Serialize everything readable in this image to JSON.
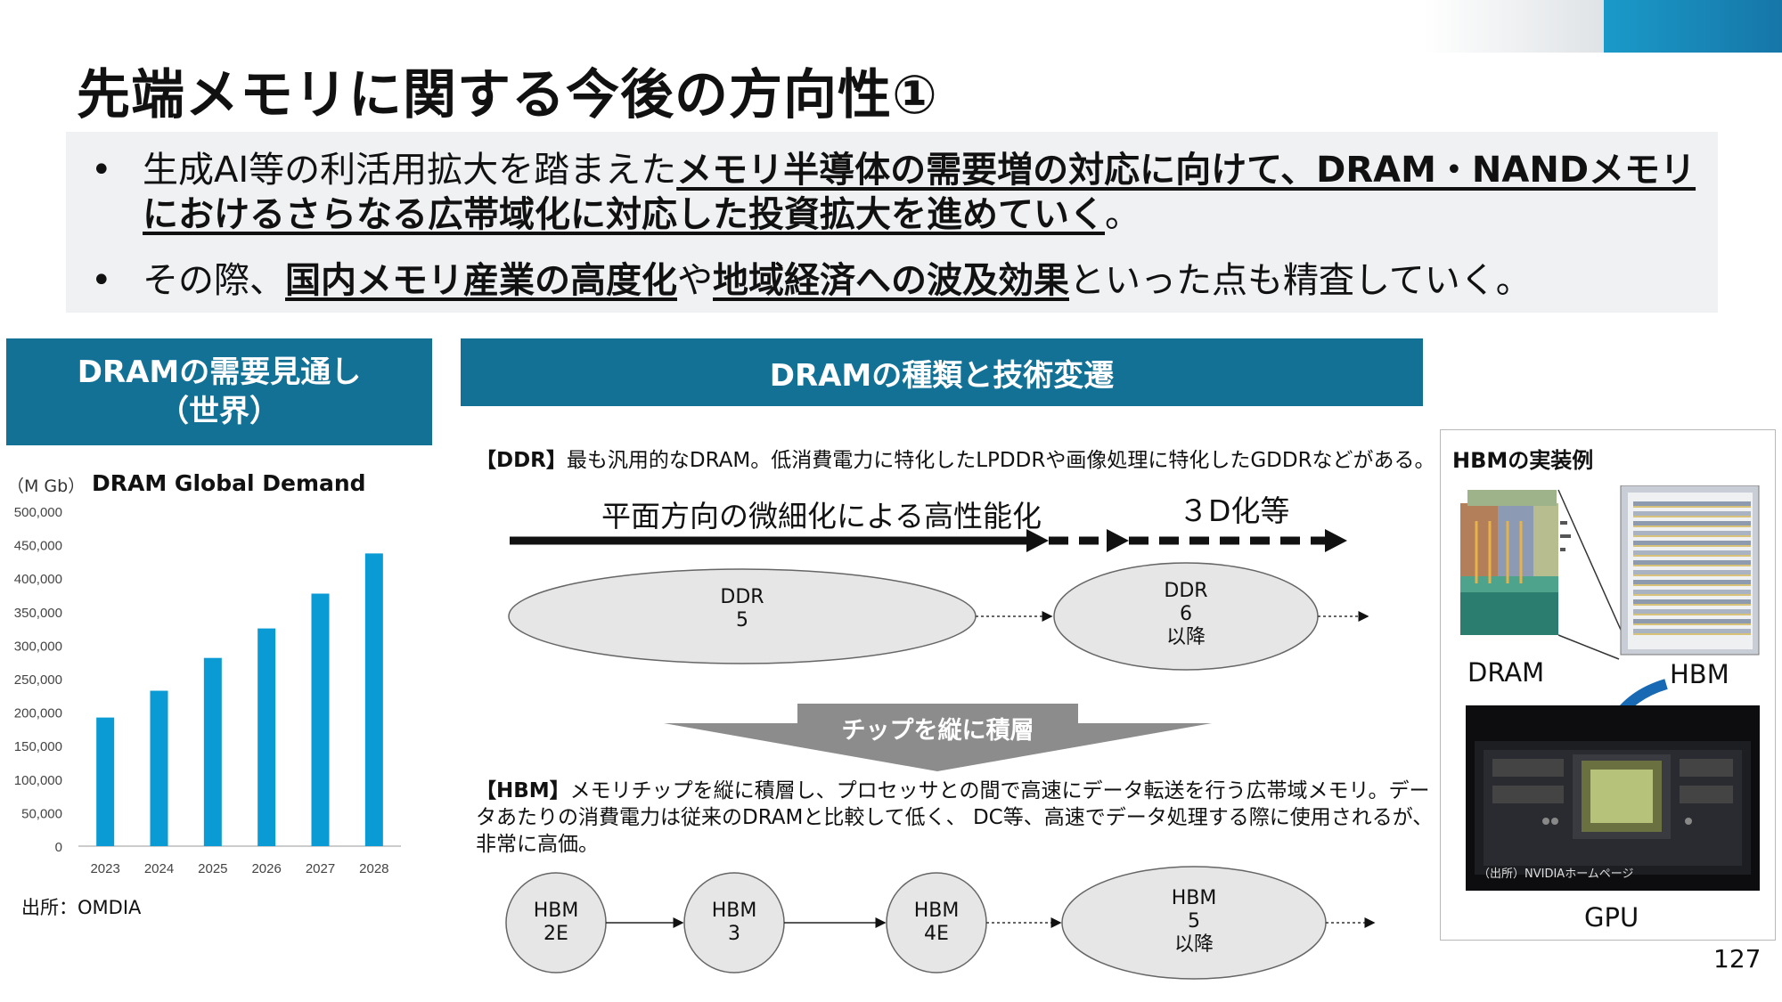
{
  "header": {
    "title": "先端メモリに関する今後の方向性①",
    "page_number": "127"
  },
  "bullets": [
    {
      "segments": [
        {
          "text": "生成AI等の利活用拡大を踏まえた",
          "bold": false
        },
        {
          "text": "メモリ半導体の需要増の対応に向けて、DRAM・NANDメモリにおけるさらなる広帯域化に対応した投資拡大を進めていく",
          "bold": true
        },
        {
          "text": "。",
          "bold": false
        }
      ]
    },
    {
      "segments": [
        {
          "text": "その際、",
          "bold": false
        },
        {
          "text": "国内メモリ産業の高度化",
          "bold": true
        },
        {
          "text": "や",
          "bold": false
        },
        {
          "text": "地域経済への波及効果",
          "bold": true
        },
        {
          "text": "といった点も精査していく。",
          "bold": false
        }
      ]
    }
  ],
  "left_section": {
    "header_line1": "DRAMの需要見通し",
    "header_line2": "（世界）",
    "source": "出所：OMDIA"
  },
  "chart_data": {
    "type": "bar",
    "title": "DRAM Global Demand",
    "ylabel": "（M Gb）",
    "xlabel": "",
    "categories": [
      "2023",
      "2024",
      "2025",
      "2026",
      "2027",
      "2028"
    ],
    "values": [
      192000,
      232000,
      281000,
      325000,
      377000,
      437000
    ],
    "ylim": [
      0,
      500000
    ],
    "yticks": [
      "0",
      "50,000",
      "100,000",
      "150,000",
      "200,000",
      "250,000",
      "300,000",
      "350,000",
      "400,000",
      "450,000",
      "500,000"
    ],
    "grid": false,
    "bar_color": "#0a9bd4"
  },
  "middle_section": {
    "header": "DRAMの種類と技術変遷",
    "ddr_note_tag": "【DDR】",
    "ddr_note": "最も汎用的なDRAM。低消費電力に特化したLPDDRや画像処理に特化したGDDRなどがある。",
    "arrow_label_1": "平面方向の微細化による高性能化",
    "arrow_label_2": "３D化等",
    "ddr5": [
      "DDR",
      "5"
    ],
    "ddr6": [
      "DDR",
      "6",
      "以降"
    ],
    "stack_label": "チップを縦に積層",
    "hbm_note_tag": "【HBM】",
    "hbm_note": "メモリチップを縦に積層し、プロセッサとの間で高速にデータ転送を行う広帯域メモリ。データあたりの消費電力は従来のDRAMと比較して低く、 DC等、高速でデータ処理する際に使用されるが、非常に高価。",
    "hbm_nodes": [
      [
        "HBM",
        "2E"
      ],
      [
        "HBM",
        "3"
      ],
      [
        "HBM",
        "4E"
      ],
      [
        "HBM",
        "5",
        "以降"
      ]
    ]
  },
  "right_panel": {
    "title": "HBMの実装例",
    "label_dram": "DRAM",
    "label_hbm": "HBM",
    "label_gpu": "GPU",
    "photo_source": "（出所）NVIDIAホームページ"
  },
  "colors": {
    "header_blue": "#137196",
    "bar_blue": "#0a9bd4",
    "ellipse_fill": "#e6e6e6",
    "bullet_bg": "#eff1f3"
  }
}
